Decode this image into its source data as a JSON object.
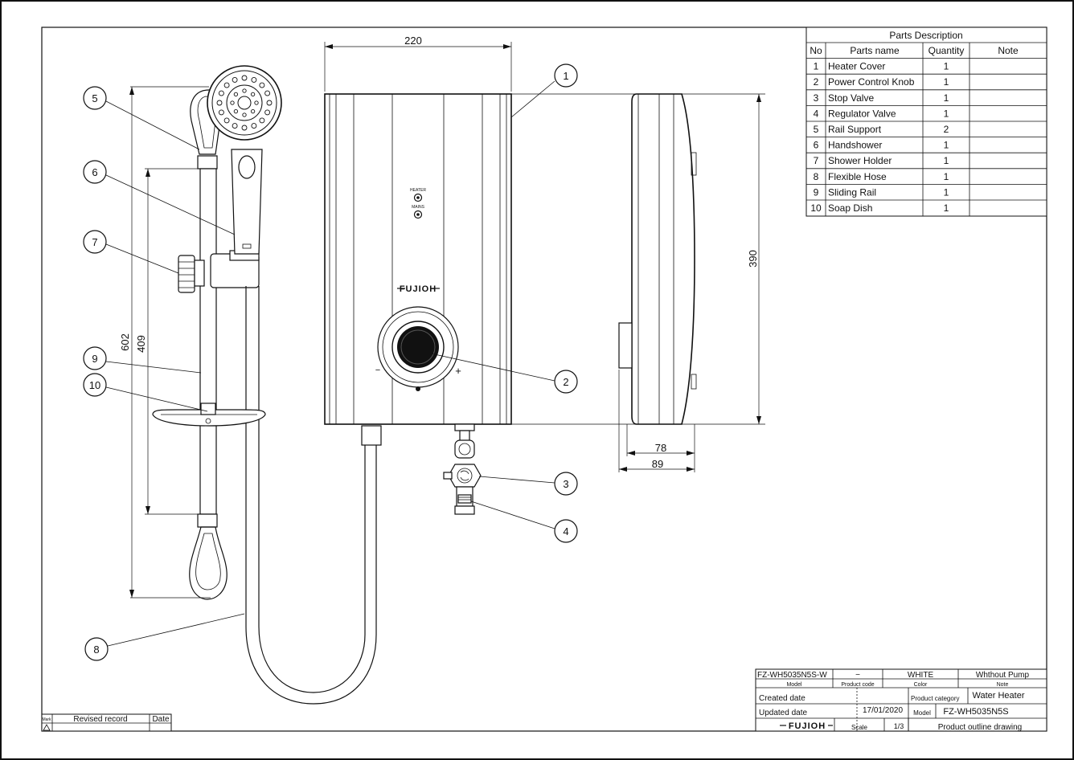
{
  "dimensions": {
    "width_top": "220",
    "height_side": "390",
    "depth_inner": "78",
    "depth_outer": "89",
    "rail_total": "602",
    "rail_span": "409"
  },
  "heater_labels": {
    "heater": "HEATER",
    "mains": "MAINS",
    "brand": "FUJIOH",
    "minus": "−",
    "plus": "+"
  },
  "callouts": [
    "1",
    "2",
    "3",
    "4",
    "5",
    "6",
    "7",
    "8",
    "9",
    "10"
  ],
  "parts_table": {
    "title": "Parts Description",
    "headers": [
      "No",
      "Parts name",
      "Quantity",
      "Note"
    ],
    "rows": [
      {
        "no": "1",
        "name": "Heater Cover",
        "qty": "1",
        "note": ""
      },
      {
        "no": "2",
        "name": "Power Control Knob",
        "qty": "1",
        "note": ""
      },
      {
        "no": "3",
        "name": "Stop Valve",
        "qty": "1",
        "note": ""
      },
      {
        "no": "4",
        "name": "Regulator Valve",
        "qty": "1",
        "note": ""
      },
      {
        "no": "5",
        "name": "Rail Support",
        "qty": "2",
        "note": ""
      },
      {
        "no": "6",
        "name": "Handshower",
        "qty": "1",
        "note": ""
      },
      {
        "no": "7",
        "name": "Shower Holder",
        "qty": "1",
        "note": ""
      },
      {
        "no": "8",
        "name": "Flexible Hose",
        "qty": "1",
        "note": ""
      },
      {
        "no": "9",
        "name": "Sliding Rail",
        "qty": "1",
        "note": ""
      },
      {
        "no": "10",
        "name": "Soap Dish",
        "qty": "1",
        "note": ""
      }
    ]
  },
  "title_block": {
    "model_value": "FZ-WH5035N5S-W",
    "product_code_value": "−",
    "color_value": "WHITE",
    "note_value": "Whthout Pump",
    "model_label": "Model",
    "product_code_label": "Product code",
    "color_label": "Color",
    "note_label": "Note",
    "created_label": "Created date",
    "updated_label": "Updated date",
    "updated_value": "17/01/2020",
    "category_label": "Product category",
    "category_value": "Water Heater",
    "model2_label": "Model",
    "model2_value": "FZ-WH5035N5S",
    "brand": "FUJIOH",
    "scale_label": "Scale",
    "scale_value": "1/3",
    "drawing_title": "Product outline drawing"
  },
  "revision_block": {
    "mark_label": "Mark",
    "record_label": "Revised record",
    "date_label": "Date"
  }
}
